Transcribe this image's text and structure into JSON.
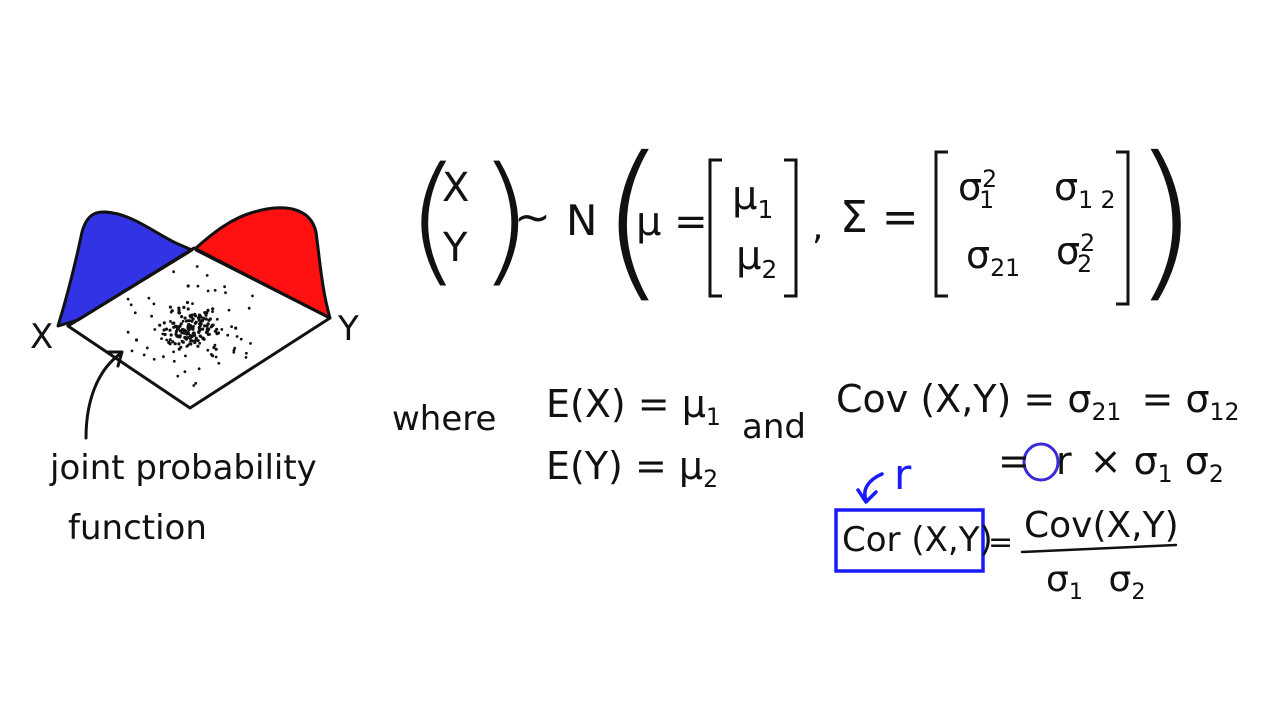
{
  "colors": {
    "ink": "#111111",
    "left_marginal": "#3333e6",
    "right_marginal": "#ff1111",
    "annotation": "#1a1aff"
  },
  "sketch": {
    "axis_x": "X",
    "axis_y": "Y",
    "caption_line1": "joint probability",
    "caption_line2": "function"
  },
  "formula": {
    "vec_top": "X",
    "vec_bottom": "Y",
    "tilde": "~",
    "dist": "N",
    "mu_eq": "μ =",
    "mu1": "μ",
    "mu1_sub": "1",
    "mu2": "μ",
    "mu2_sub": "2",
    "comma": ",",
    "sigma_eq": "Σ =",
    "s11": "σ",
    "s11_sup": "2",
    "s11_sub": "1",
    "s12": "σ",
    "s12_sub": "1 2",
    "s21": "σ",
    "s21_sub": "21",
    "s22": "σ",
    "s22_sup": "2",
    "s22_sub": "2"
  },
  "where": {
    "where_word": "where",
    "ex_lhs": "E(X) =",
    "ex_rhs": "μ",
    "ex_sub": "1",
    "ey_lhs": "E(Y) =",
    "ey_rhs": "μ",
    "ey_sub": "2",
    "and_word": "and"
  },
  "cov": {
    "line1_lhs": "Cov (X,Y) =",
    "line1_a": "σ",
    "line1_a_sub": "21",
    "line1_eq": "=",
    "line1_b": "σ",
    "line1_b_sub": "12",
    "line2_eq": "=",
    "r_circled": "r",
    "line2_rest": "× σ",
    "line2_sub1": "1",
    "line2_s2": "σ",
    "line2_sub2": "2"
  },
  "cor": {
    "r_label": "r",
    "boxed": "Cor (X,Y)",
    "eq": "=",
    "numerator": "Cov(X,Y)",
    "den_a": "σ",
    "den_a_sub": "1",
    "den_b": "σ",
    "den_b_sub": "2"
  }
}
